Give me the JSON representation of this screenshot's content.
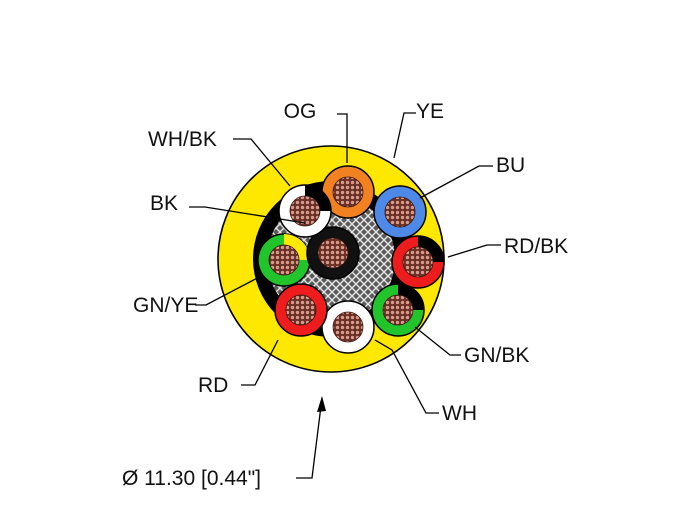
{
  "cable": {
    "jacket_color": "#FFE800",
    "jacket_label": "YE",
    "diameter_label": "Ø 11.30 [0.44\"]",
    "conductors": [
      {
        "label": "OG",
        "colors": [
          "#F28121"
        ]
      },
      {
        "label": "BU",
        "colors": [
          "#4E89E8"
        ]
      },
      {
        "label": "RD/BK",
        "colors": [
          "#EE1C1C",
          "#000000"
        ]
      },
      {
        "label": "GN/BK",
        "colors": [
          "#22C42B",
          "#000000"
        ]
      },
      {
        "label": "WH",
        "colors": [
          "#FFFFFF"
        ]
      },
      {
        "label": "RD",
        "colors": [
          "#EE1C1C"
        ]
      },
      {
        "label": "GN/YE",
        "colors": [
          "#22C42B",
          "#FFE800"
        ]
      },
      {
        "label": "BK",
        "colors": [
          "#111111"
        ]
      },
      {
        "label": "WH/BK",
        "colors": [
          "#FFFFFF",
          "#000000"
        ]
      }
    ]
  }
}
